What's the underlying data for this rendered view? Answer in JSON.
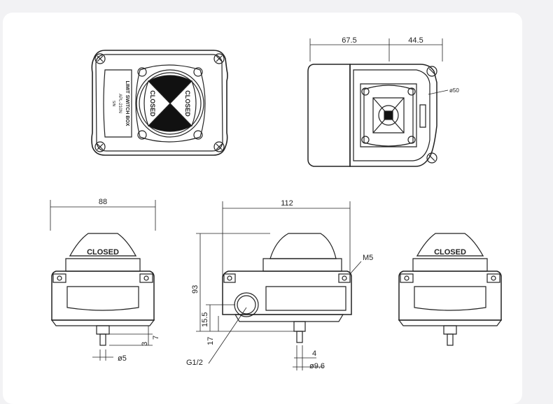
{
  "colors": {
    "background": "#f2f2f4",
    "card": "#ffffff",
    "line": "#222222",
    "fill_dark": "#111111"
  },
  "top_view": {
    "window_text": "CLOSED",
    "plate_lines": [
      "LIMIT SWITCH BOX",
      "APL-210N",
      "S/N"
    ]
  },
  "side_view": {
    "dim_left": "67.5",
    "dim_right": "44.5",
    "dim_diameter": "ø50"
  },
  "front_left": {
    "width": "88",
    "dome_text": "CLOSED",
    "dim_shaft": "ø5",
    "dim_3": "3",
    "dim_7": "7"
  },
  "front_center": {
    "width": "112",
    "label_m5": "M5",
    "height_93": "93",
    "dim_17": "17",
    "dim_15_5": "15.5",
    "label_g12": "G1/2",
    "dim_4": "4",
    "dim_9_6": "ø9.6"
  },
  "front_right": {
    "dome_text": "CLOSED"
  }
}
